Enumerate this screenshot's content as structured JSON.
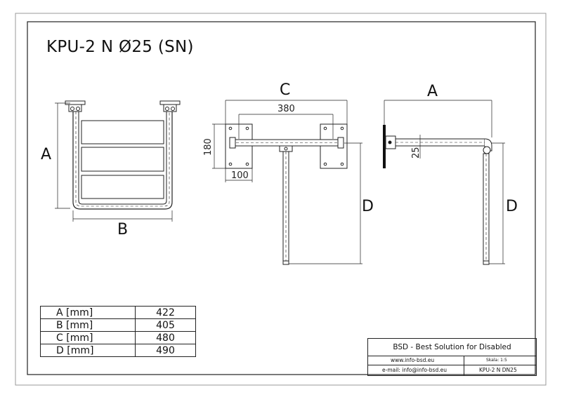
{
  "title": "KPU-2 N Ø25 (SN)",
  "front_view": {
    "label_height": "A",
    "label_width": "B"
  },
  "top_view": {
    "label_span": "C",
    "label_inner": "380",
    "label_plate_height": "180",
    "label_plate_width": "100",
    "label_depth": "D"
  },
  "side_view": {
    "label_span": "A",
    "label_tube": "25",
    "label_depth": "D"
  },
  "dimension_table": [
    {
      "key": "A [mm]",
      "value": "422"
    },
    {
      "key": "B [mm]",
      "value": "405"
    },
    {
      "key": "C [mm]",
      "value": "480"
    },
    {
      "key": "D [mm]",
      "value": "490"
    }
  ],
  "title_block": {
    "company": "BSD - Best Solution for Disabled",
    "website": "www.info-bsd.eu",
    "scale": "Skala: 1:5",
    "email": "e-mail: info@info-bsd.eu",
    "code": "KPU-2 N DN25"
  }
}
